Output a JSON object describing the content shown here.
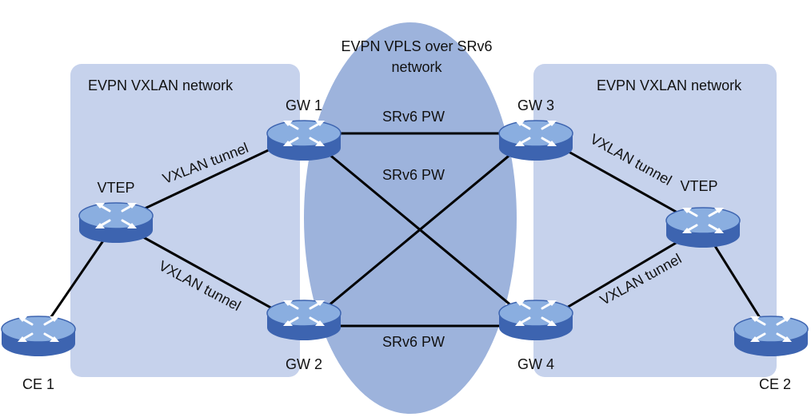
{
  "regions": {
    "left_vxlan": "EVPN VXLAN network",
    "right_vxlan": "EVPN VXLAN network",
    "core_line1": "EVPN VPLS over SRv6",
    "core_line2": "network"
  },
  "devices": {
    "gw1": "GW 1",
    "gw2": "GW 2",
    "gw3": "GW 3",
    "gw4": "GW 4",
    "vtep_left": "VTEP",
    "vtep_right": "VTEP",
    "ce1": "CE 1",
    "ce2": "CE 2"
  },
  "links": {
    "gw1_gw3": "SRv6 PW",
    "gw1_gw4": "SRv6 PW",
    "gw2_gw4": "SRv6 PW",
    "vtep_gw1": "VXLAN tunnel",
    "vtep_gw2": "VXLAN tunnel",
    "gw3_vtep": "VXLAN tunnel",
    "gw4_vtep": "VXLAN tunnel"
  },
  "colors": {
    "region_fill": "#c6d2ec",
    "core_fill": "#9db3dc",
    "router_body": "#3d64b0",
    "router_top": "#8aaee0",
    "link": "#000000"
  },
  "icons": {
    "router": "router-icon"
  }
}
